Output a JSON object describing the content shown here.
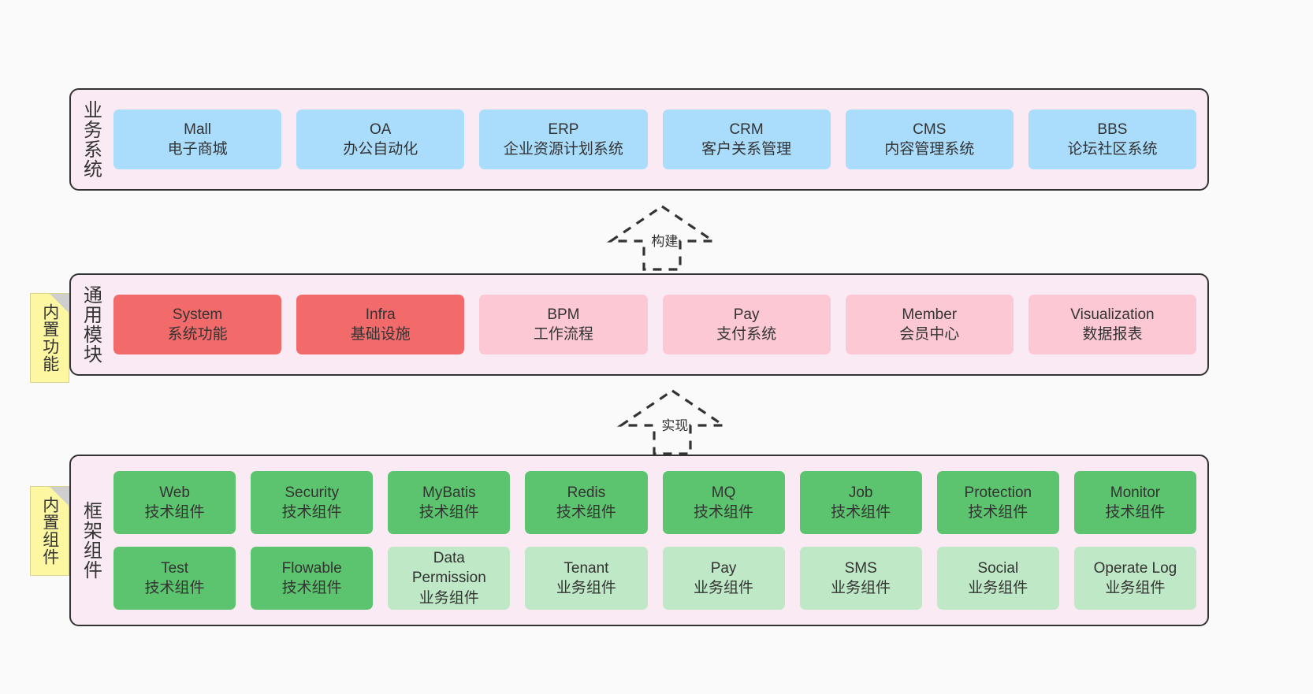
{
  "diagram": {
    "background_color": "#fafafa",
    "panel_color": "#f9eaf4",
    "border_color": "#333333",
    "note_color": "#fcf7a0"
  },
  "notes": [
    {
      "label": "内置功能",
      "name": "builtin-function"
    },
    {
      "label": "内置组件",
      "name": "builtin-module"
    }
  ],
  "connectors": [
    {
      "label": "构建",
      "style": "dashed-generalization"
    },
    {
      "label": "实现",
      "style": "dashed-generalization"
    }
  ],
  "layers": [
    {
      "title": "业务系统",
      "accent": "#aadcfb",
      "rows": [
        [
          {
            "t1": "Mall",
            "t2": "电子商城"
          },
          {
            "t1": "OA",
            "t2": "办公自动化"
          },
          {
            "t1": "ERP",
            "t2": "企业资源计划系统"
          },
          {
            "t1": "CRM",
            "t2": "客户关系管理"
          },
          {
            "t1": "CMS",
            "t2": "内容管理系统"
          },
          {
            "t1": "BBS",
            "t2": "论坛社区系统"
          }
        ]
      ]
    },
    {
      "title": "通用模块",
      "accent": "#f26a6a",
      "rows": [
        [
          {
            "t1": "System",
            "t2": "系统功能",
            "tone": "c-red"
          },
          {
            "t1": "Infra",
            "t2": "基础设施",
            "tone": "c-red"
          },
          {
            "t1": "BPM",
            "t2": "工作流程",
            "tone": "c-pink"
          },
          {
            "t1": "Pay",
            "t2": "支付系统",
            "tone": "c-pink"
          },
          {
            "t1": "Member",
            "t2": "会员中心",
            "tone": "c-pink"
          },
          {
            "t1": "Visualization",
            "t2": "数据报表",
            "tone": "c-pink"
          }
        ]
      ]
    },
    {
      "title": "框架组件",
      "accent": "#5cc46e",
      "rows": [
        [
          {
            "t1": "Web",
            "t2": "技术组件",
            "tone": "c-green"
          },
          {
            "t1": "Security",
            "t2": "技术组件",
            "tone": "c-green"
          },
          {
            "t1": "MyBatis",
            "t2": "技术组件",
            "tone": "c-green"
          },
          {
            "t1": "Redis",
            "t2": "技术组件",
            "tone": "c-green"
          },
          {
            "t1": "MQ",
            "t2": "技术组件",
            "tone": "c-green"
          },
          {
            "t1": "Job",
            "t2": "技术组件",
            "tone": "c-green"
          },
          {
            "t1": "Protection",
            "t2": "技术组件",
            "tone": "c-green"
          },
          {
            "t1": "Monitor",
            "t2": "技术组件",
            "tone": "c-green"
          }
        ],
        [
          {
            "t1": "Test",
            "t2": "技术组件",
            "tone": "c-green"
          },
          {
            "t1": "Flowable",
            "t2": "技术组件",
            "tone": "c-green"
          },
          {
            "t1": "Data",
            "t2": "Permission",
            "t3": "业务组件",
            "tone": "c-green-light"
          },
          {
            "t1": "Tenant",
            "t2": "业务组件",
            "tone": "c-green-light"
          },
          {
            "t1": "Pay",
            "t2": "业务组件",
            "tone": "c-green-light"
          },
          {
            "t1": "SMS",
            "t2": "业务组件",
            "tone": "c-green-light"
          },
          {
            "t1": "Social",
            "t2": "业务组件",
            "tone": "c-green-light"
          },
          {
            "t1": "Operate Log",
            "t2": "业务组件",
            "tone": "c-green-light"
          }
        ]
      ]
    }
  ]
}
